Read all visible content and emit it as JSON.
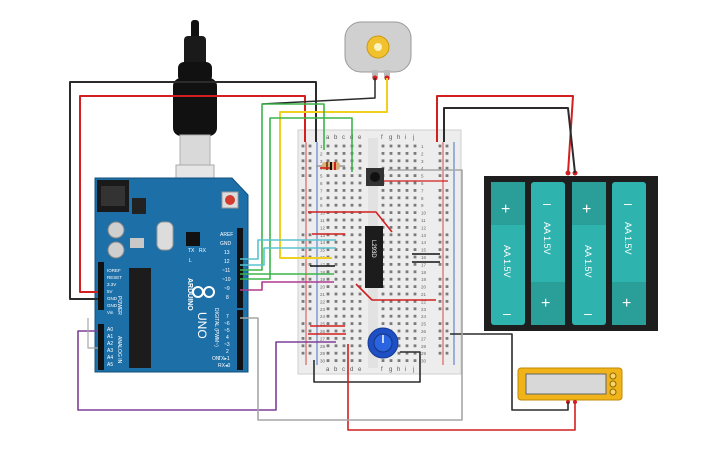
{
  "arduino": {
    "brand": "ARDUINO",
    "model": "UNO",
    "power_header_label": "POWER",
    "analog_header_label": "ANALOG IN",
    "digital_header_label": "DIGITAL (PWM~)",
    "power_pins": [
      "IOREF",
      "RESET",
      "3.3V",
      "5V",
      "GND",
      "GND",
      "Vin"
    ],
    "analog_pins": [
      "A0",
      "A1",
      "A2",
      "A3",
      "A4",
      "A5"
    ],
    "digital_pins_top": [
      "AREF",
      "GND",
      "13",
      "12",
      "~11",
      "~10",
      "~9",
      "8"
    ],
    "digital_pins_bottom": [
      "7",
      "~6",
      "~5",
      "4",
      "~3",
      "2",
      "TX▸1",
      "RX◂0"
    ],
    "led_labels": [
      "L",
      "TX",
      "RX"
    ],
    "on_label": "ON"
  },
  "breadboard": {
    "columns_left": [
      "a",
      "b",
      "c",
      "d",
      "e"
    ],
    "columns_right": [
      "f",
      "g",
      "h",
      "i",
      "j"
    ],
    "row_numbers": [
      "1",
      "2",
      "3",
      "4",
      "5",
      "6",
      "7",
      "8",
      "9",
      "10",
      "11",
      "12",
      "13",
      "14",
      "15",
      "16",
      "17",
      "18",
      "19",
      "20",
      "21",
      "22",
      "23",
      "24",
      "25",
      "26",
      "27",
      "28",
      "29",
      "30"
    ]
  },
  "ic": {
    "label": "L293D"
  },
  "battery_pack": {
    "cells": [
      {
        "label": "AA 1.5V",
        "orientation": "plus-top"
      },
      {
        "label": "AA 1.5V",
        "orientation": "minus-top"
      },
      {
        "label": "AA 1.5V",
        "orientation": "plus-top"
      },
      {
        "label": "AA 1.5V",
        "orientation": "minus-top"
      }
    ],
    "plus_symbol": "+",
    "minus_symbol": "–"
  },
  "colors": {
    "wire_red": "#d21f1f",
    "wire_black": "#2b2b2b",
    "wire_green": "#3bb54a",
    "wire_yellow": "#f0cf1e",
    "wire_purple": "#7e3f98",
    "wire_cyan": "#58c3d0",
    "wire_gray": "#a6a6a6",
    "wire_magenta": "#b0398e",
    "arduino_blue": "#1d6fa8",
    "battery_teal": "#2fb3ae"
  }
}
